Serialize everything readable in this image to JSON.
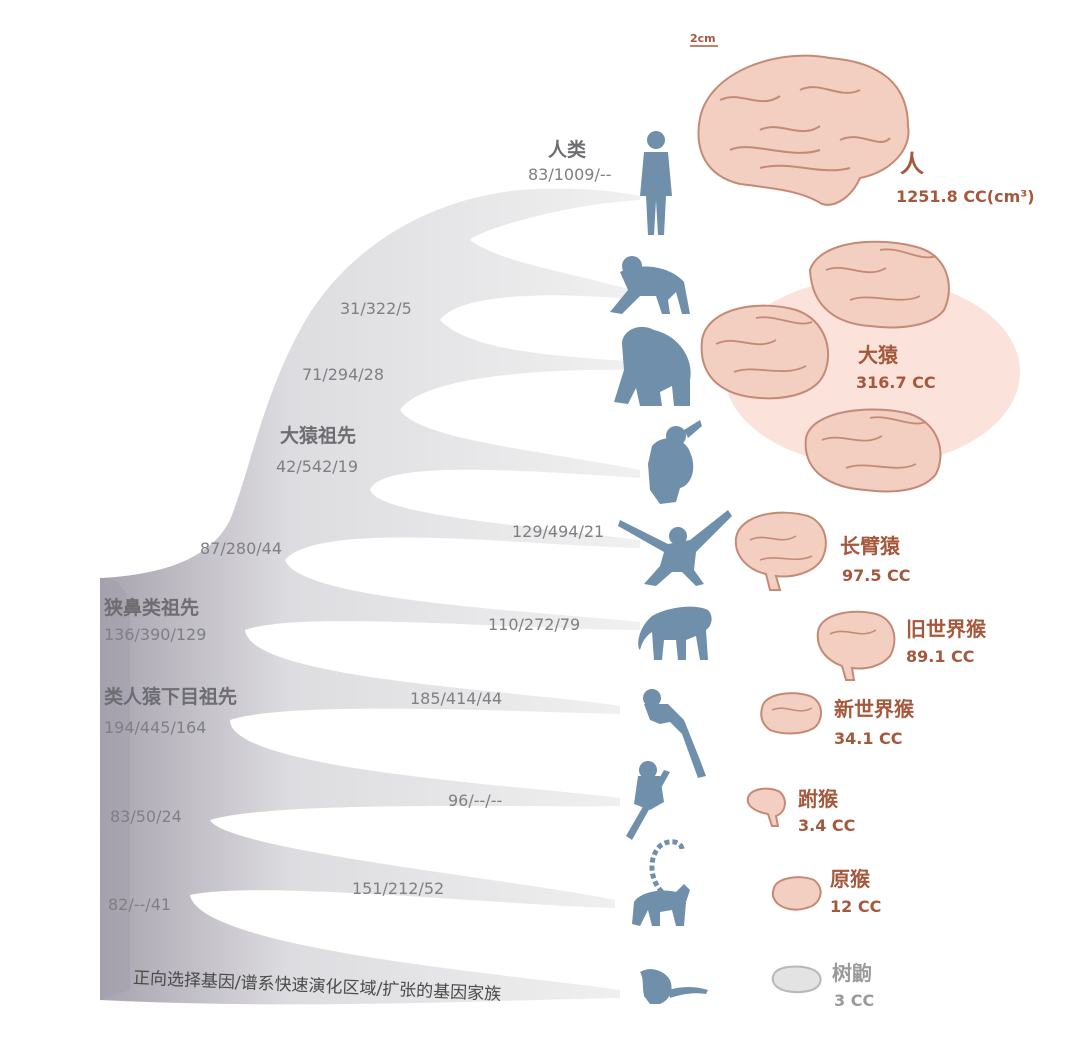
{
  "scale_bar": {
    "label": "2cm"
  },
  "caption": "正向选择基因/谱系快速演化区域/扩张的基因家族",
  "nodes": [
    {
      "name": "人类",
      "stats": "83/1009/--"
    },
    {
      "name": "",
      "stats": "31/322/5"
    },
    {
      "name": "",
      "stats": "71/294/28"
    },
    {
      "name": "大猿祖先",
      "stats": "42/542/19"
    },
    {
      "name": "",
      "stats": "129/494/21"
    },
    {
      "name": "",
      "stats": "87/280/44"
    },
    {
      "name": "",
      "stats": "110/272/79"
    },
    {
      "name": "狭鼻类祖先",
      "stats": "136/390/129"
    },
    {
      "name": "",
      "stats": "185/414/44"
    },
    {
      "name": "类人猿下目祖先",
      "stats": "194/445/164"
    },
    {
      "name": "",
      "stats": "96/--/--"
    },
    {
      "name": "",
      "stats": "83/50/24"
    },
    {
      "name": "",
      "stats": "151/212/52"
    },
    {
      "name": "",
      "stats": "82/--/41"
    }
  ],
  "species": [
    {
      "name": "人",
      "volume": "1251.8 CC(cm³)",
      "silhouette": "human-icon"
    },
    {
      "name": "大猿",
      "volume": "316.7 CC",
      "silhouette": "chimpanzee-icon"
    },
    {
      "name": "长臂猿",
      "volume": "97.5 CC",
      "silhouette": "gibbon-icon"
    },
    {
      "name": "旧世界猴",
      "volume": "89.1 CC",
      "silhouette": "baboon-icon"
    },
    {
      "name": "新世界猴",
      "volume": "34.1 CC",
      "silhouette": "marmoset-icon"
    },
    {
      "name": "跗猴",
      "volume": "3.4 CC",
      "silhouette": "tarsier-icon"
    },
    {
      "name": "原猴",
      "volume": "12 CC",
      "silhouette": "lemur-icon"
    },
    {
      "name": "树鼩",
      "volume": "3 CC",
      "silhouette": "treeshrew-icon"
    }
  ],
  "colors": {
    "tree_light": "#e8e8ea",
    "tree_dark": "#9e99a6",
    "silhouette": "#6f8fab",
    "brain_fill": "#f2cfc0",
    "brain_stroke": "#c48a76",
    "ape_halo": "#fbe3dc",
    "label": "#a5583c",
    "gray_brain": "#d4d4d4"
  }
}
